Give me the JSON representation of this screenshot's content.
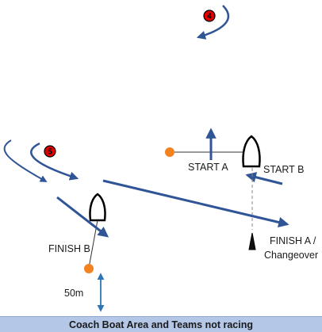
{
  "marks": {
    "mark_4": "4",
    "mark_5": "5"
  },
  "labels": {
    "start_a": "START A",
    "start_b": "START B",
    "finish_b": "FINISH B",
    "finish_a_line1": "FINISH A /",
    "finish_a_line2": "Changeover",
    "distance": "50m"
  },
  "coach_area": {
    "label": "Coach Boat Area and Teams not racing"
  },
  "colors": {
    "arrow": "#2f5597",
    "mark_fill": "#e00000",
    "buoy": "#f58220",
    "bar": "#b4c7e7"
  }
}
